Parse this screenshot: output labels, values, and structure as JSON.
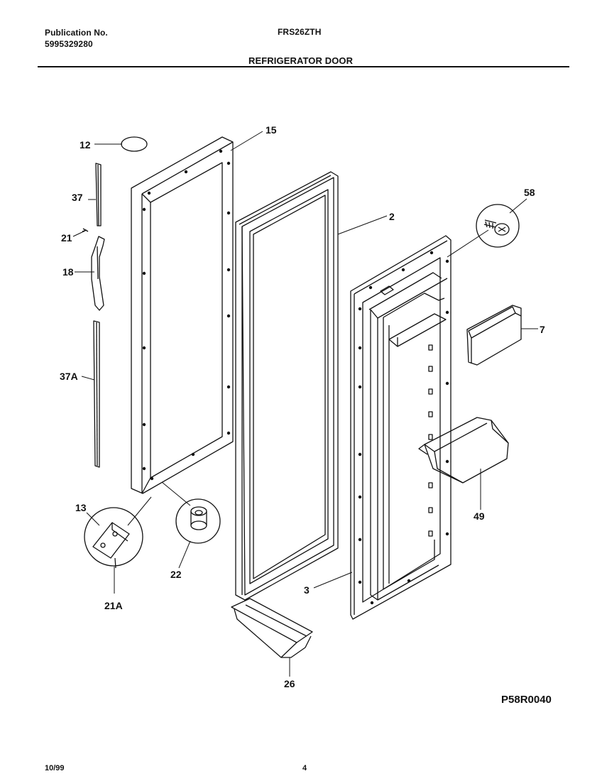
{
  "header": {
    "publication_label": "Publication No.",
    "publication_number": "5995329280",
    "model": "FRS26ZTH",
    "section_title": "REFRIGERATOR DOOR"
  },
  "callouts": {
    "c12": "12",
    "c15": "15",
    "c37": "37",
    "c21": "21",
    "c18": "18",
    "c37a": "37A",
    "c2": "2",
    "c58": "58",
    "c7": "7",
    "c49": "49",
    "c13": "13",
    "c22": "22",
    "c21a": "21A",
    "c3": "3",
    "c26": "26"
  },
  "diagram_code": "P58R0040",
  "footer": {
    "date": "10/99",
    "page": "4"
  }
}
